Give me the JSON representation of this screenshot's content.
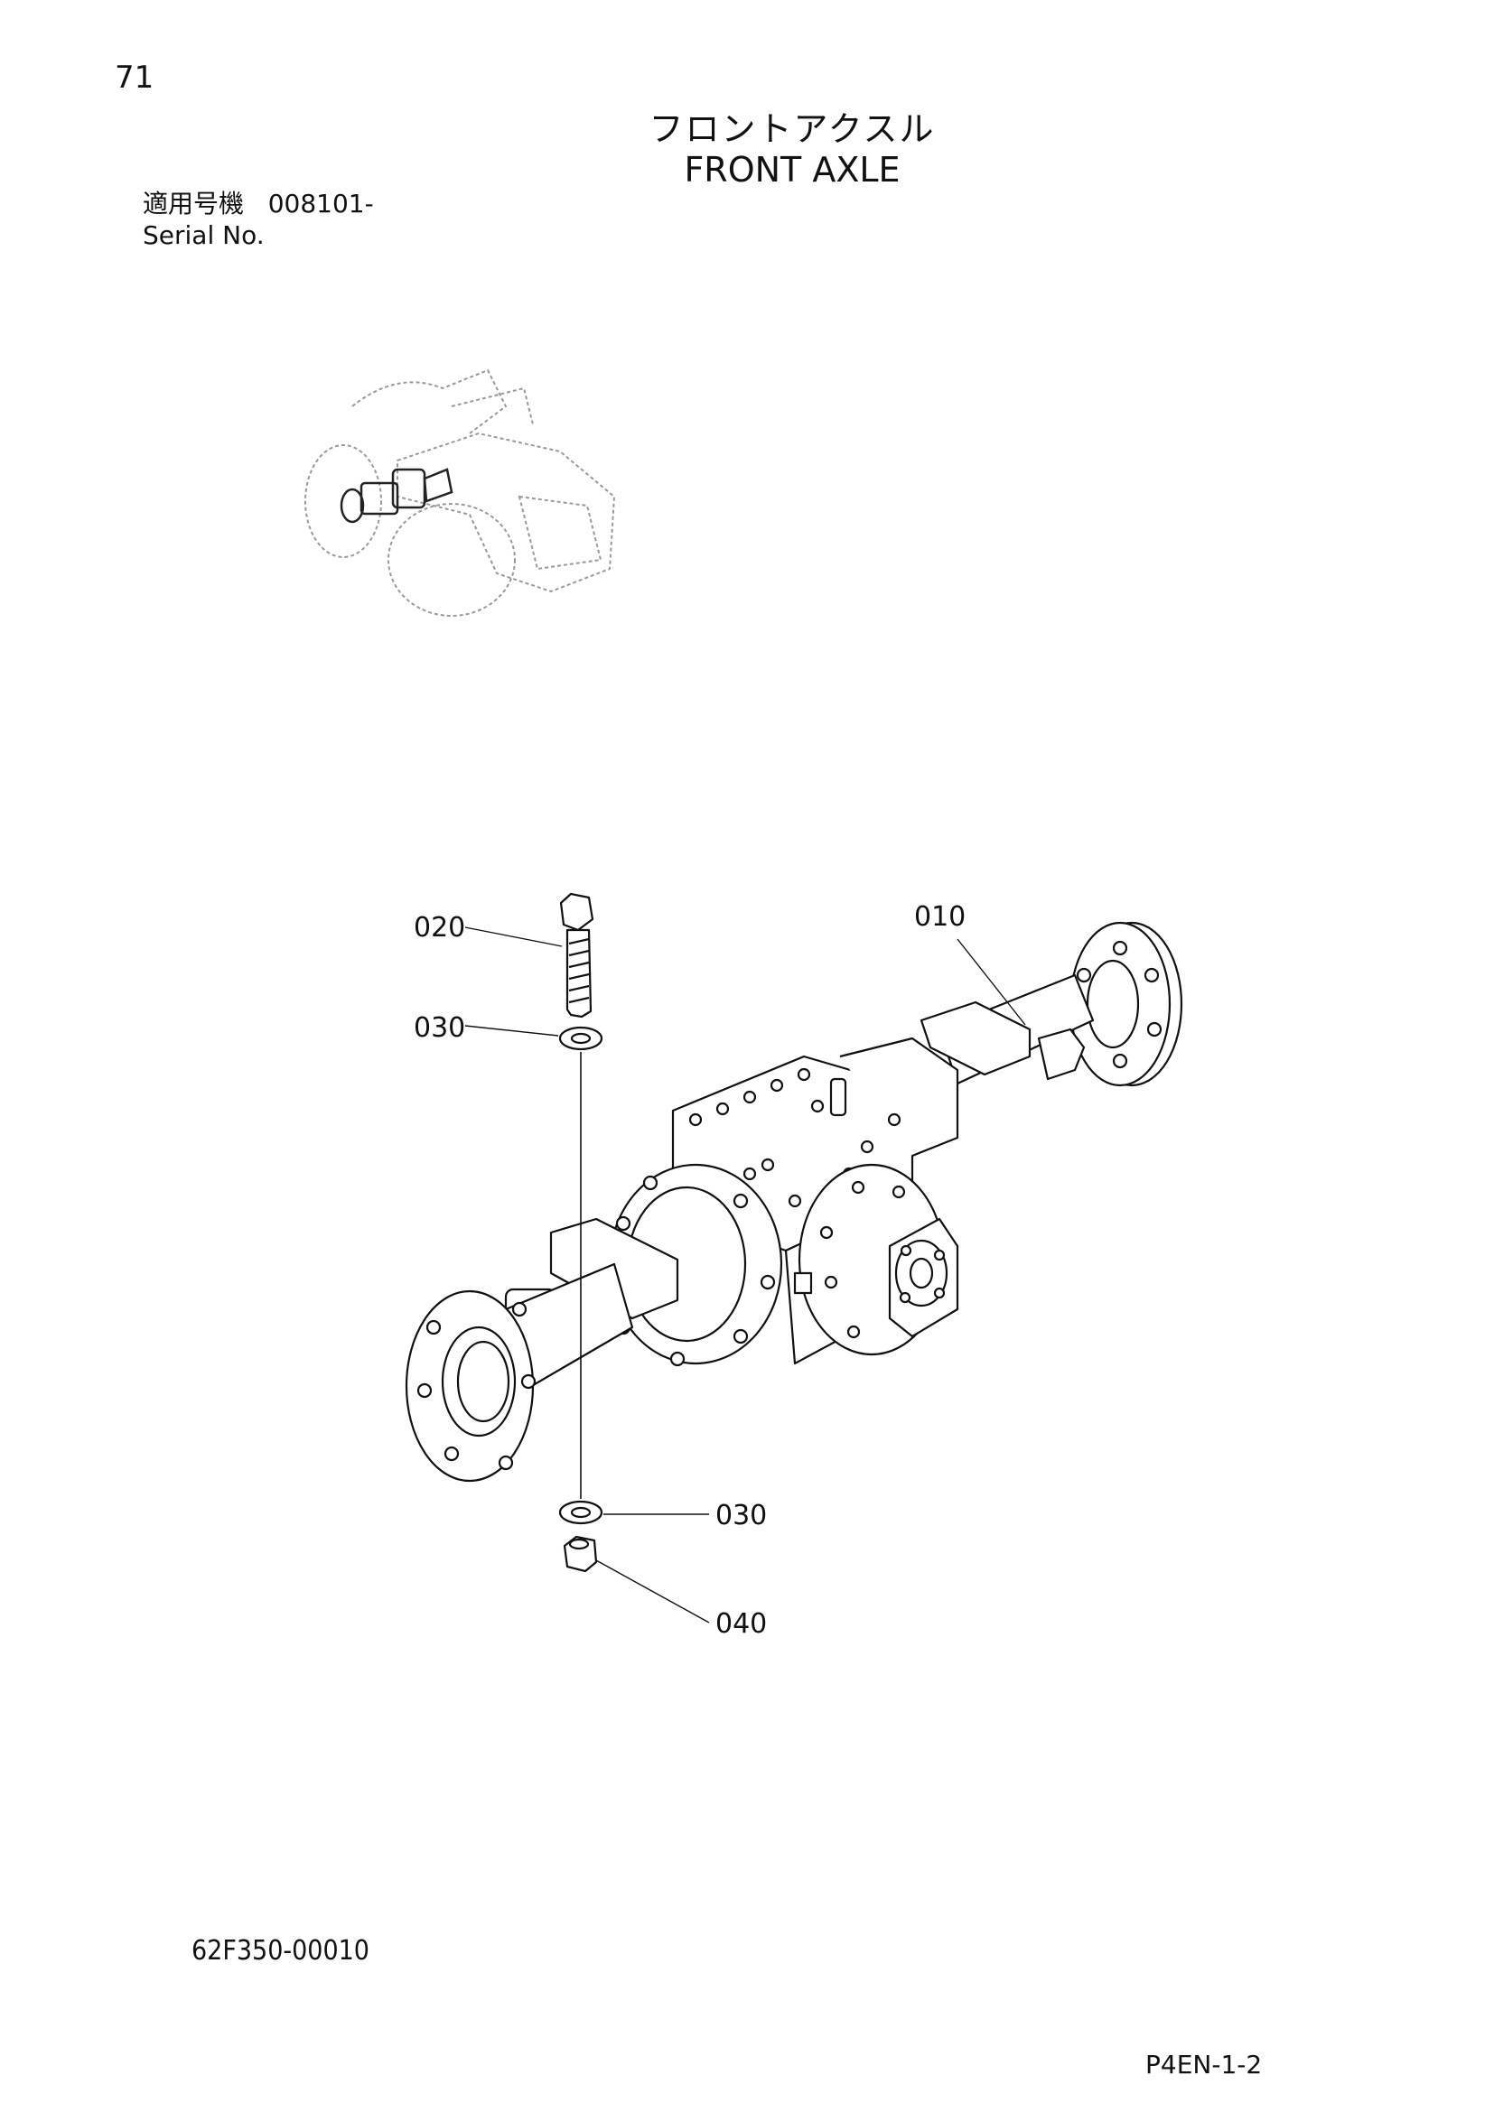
{
  "header": {
    "page_number": "71",
    "title_jp": "フロントアクスル",
    "title_en": "FRONT AXLE",
    "serial_label_jp": "適用号機",
    "serial_value": "008101-",
    "serial_label_en": "Serial No."
  },
  "callouts": {
    "axle_housing": "010",
    "bolt": "020",
    "washer_top": "030",
    "washer_bottom": "030",
    "nut": "040"
  },
  "footer": {
    "doc_code": "62F350-00010",
    "page_code": "P4EN-1-2"
  }
}
